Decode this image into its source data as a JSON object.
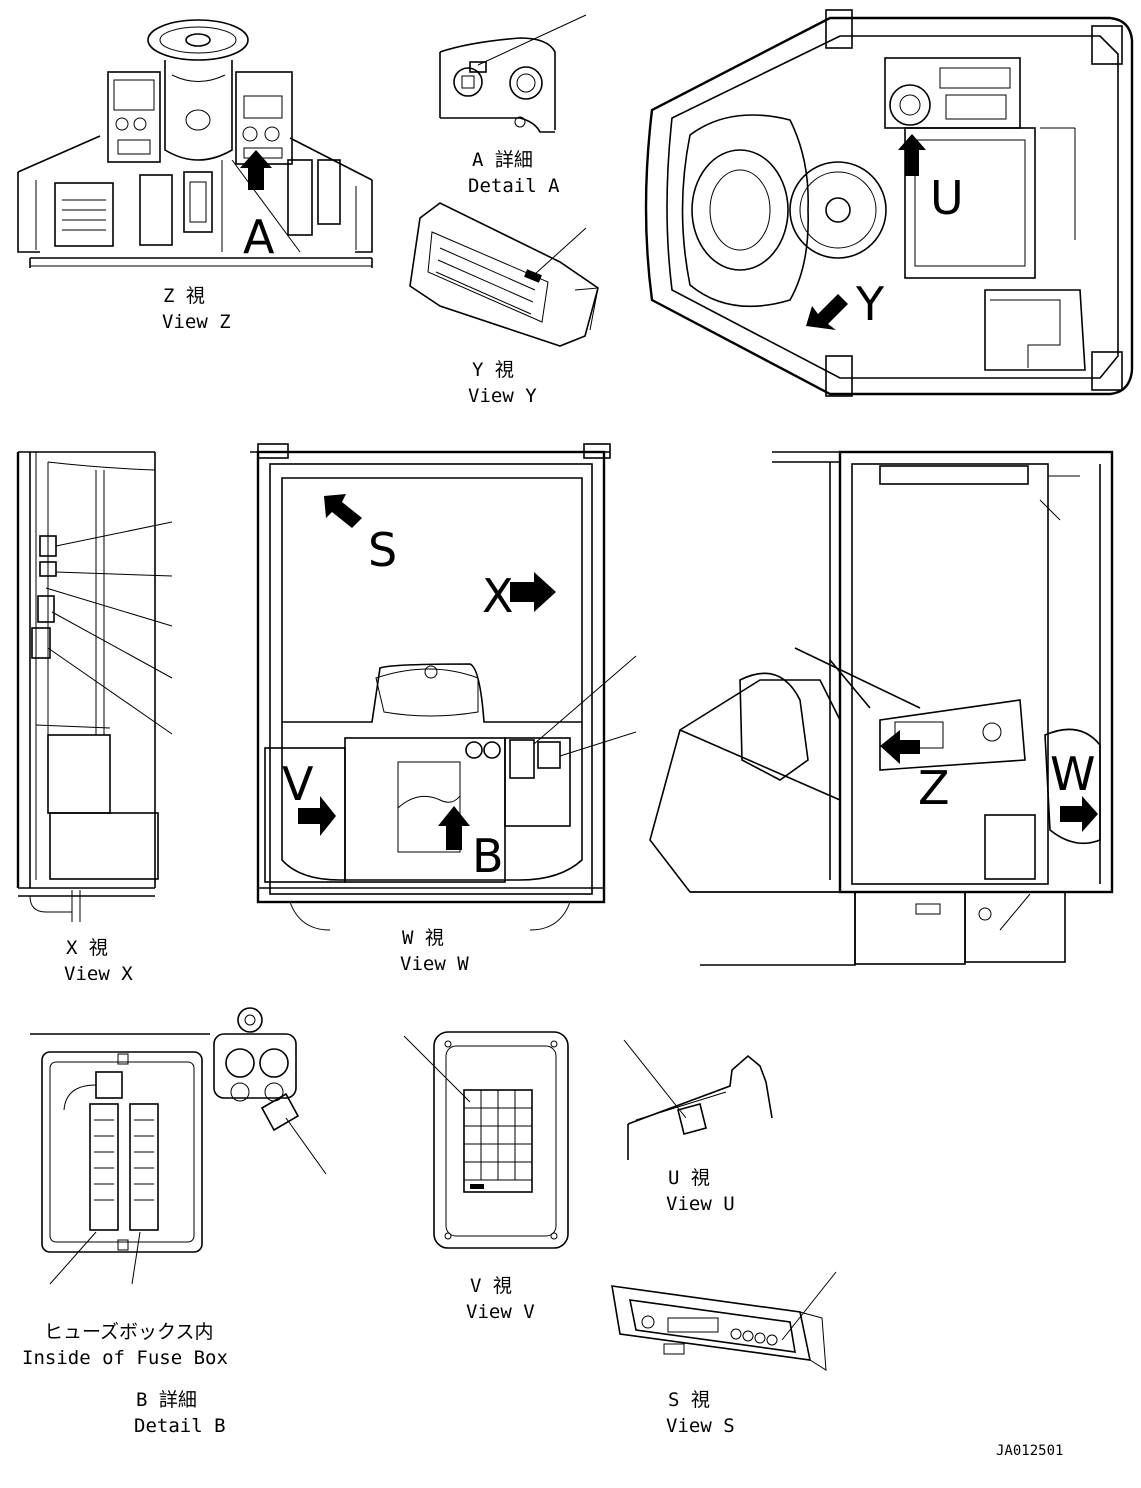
{
  "views": {
    "z": {
      "jp": "Z 視",
      "en": "View Z",
      "letter": "A"
    },
    "detail_a": {
      "jp": "A 詳細",
      "en": "Detail A"
    },
    "y": {
      "jp": "Y 視",
      "en": "View Y"
    },
    "top": {
      "letter_u": "U",
      "letter_y": "Y"
    },
    "x": {
      "jp": "X 視",
      "en": "View X"
    },
    "w": {
      "jp": "W 視",
      "en": "View W",
      "letter_s": "S",
      "letter_x": "X",
      "letter_v": "V",
      "letter_b": "B"
    },
    "side": {
      "letter_z": "Z",
      "letter_w": "W"
    },
    "detail_b": {
      "inside_jp": "ヒューズボックス内",
      "inside_en": "Inside of Fuse Box",
      "jp": "B 詳細",
      "en": "Detail B"
    },
    "v": {
      "jp": "V 視",
      "en": "View V"
    },
    "u": {
      "jp": "U 視",
      "en": "View U"
    },
    "s": {
      "jp": "S 視",
      "en": "View S"
    }
  },
  "drawing_number": "JA012501"
}
